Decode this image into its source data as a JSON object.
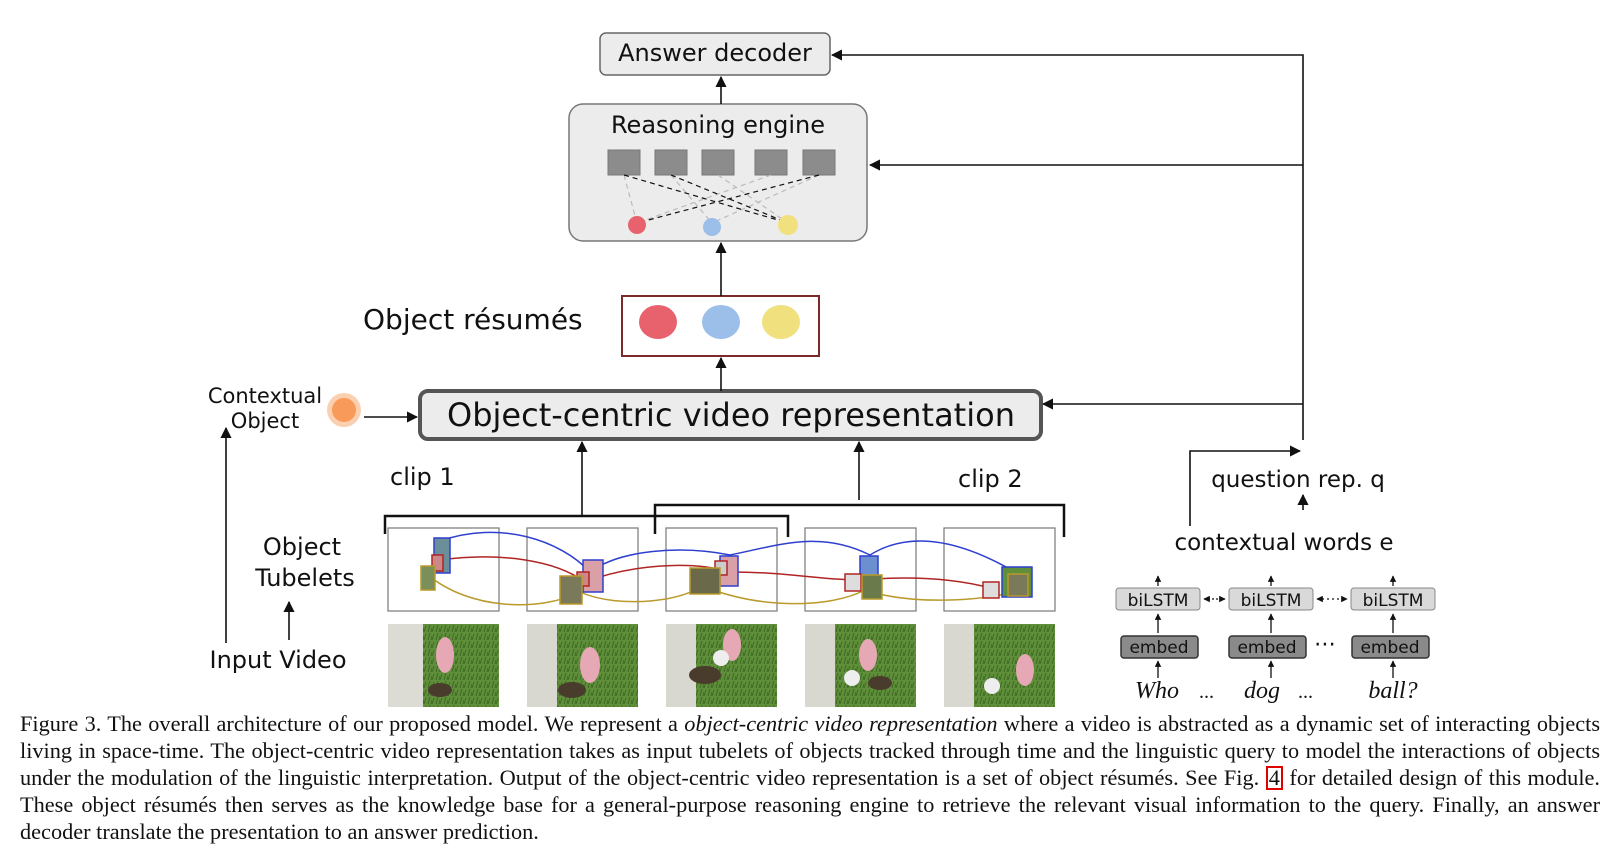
{
  "diagram": {
    "answer_decoder": "Answer decoder",
    "reasoning_engine": "Reasoning engine",
    "object_resumes": "Object résumés",
    "ocvr": "Object-centric video representation",
    "contextual_object_line1": "Contextual",
    "contextual_object_line2": "Object",
    "clip1": "clip 1",
    "clip2": "clip 2",
    "object_tubelets_line1": "Object",
    "object_tubelets_line2": "Tubelets",
    "input_video": "Input Video",
    "question_rep": "question rep. q",
    "contextual_words": "contextual words e",
    "bilstm": [
      "biLSTM",
      "biLSTM",
      "biLSTM"
    ],
    "embed": [
      "embed",
      "embed",
      "embed"
    ],
    "words": [
      "Who",
      "...",
      "dog",
      "...",
      "ball?"
    ],
    "ellipsis": "⋯",
    "colors": {
      "red_object": "#e8626e",
      "blue_object": "#9bbfe8",
      "yellow_object": "#f0e07e",
      "contextual_object": "#f79a5a",
      "tubelet_blue": "#2f3fcf",
      "tubelet_red": "#b02424",
      "tubelet_yellow": "#b99a2a"
    }
  },
  "caption": {
    "part1": "Figure 3.  The overall architecture of our proposed model. We represent a ",
    "em": "object-centric video representation",
    "part2": " where a video is abstracted as a dynamic set of interacting objects living in space-time. The object-centric video representation takes as input tubelets of objects tracked through time and the linguistic query to model the interactions of objects under the modulation of the linguistic interpretation. Output of the object-centric video representation is a set of object résumés. See Fig. ",
    "ref": "4",
    "part3": " for detailed design of this module. These object résumés then serves as the knowledge base for a general-purpose reasoning engine to retrieve the relevant visual information to the query. Finally, an answer decoder translate the presentation to an answer prediction."
  }
}
